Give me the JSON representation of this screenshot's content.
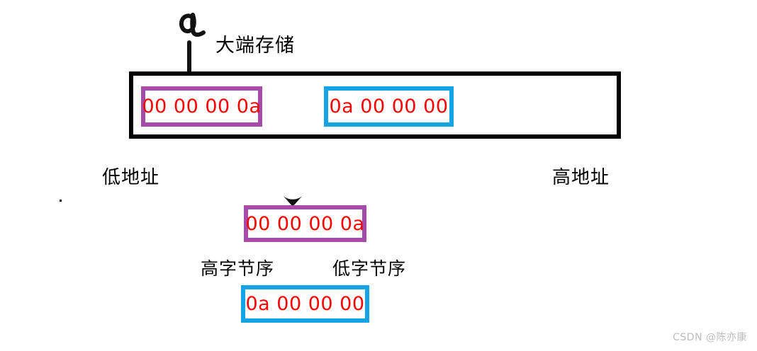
{
  "diagram": {
    "title": "大端存储",
    "annotation": {
      "variable_label": "a",
      "arrow": "down-arrow"
    },
    "memory_strip": {
      "low_address_label": "低地址",
      "high_address_label": "高地址",
      "cells": [
        {
          "name": "big-endian-word",
          "value": "00 00 00 0a",
          "border_color": "#a54ba8"
        },
        {
          "name": "little-endian-word",
          "value": "0a 00 00 00",
          "border_color": "#14a3e3"
        }
      ]
    },
    "detail": {
      "high_byte_order_label": "高字节序",
      "low_byte_order_label": "低字节序",
      "big_endian_value": "00 00 00 0a",
      "little_endian_value": "0a 00 00 00"
    },
    "colors": {
      "hex_text": "#fe0000",
      "purple_border": "#a54ba8",
      "blue_border": "#14a3e3",
      "strip_border": "#000000",
      "label_text": "#000000"
    }
  },
  "watermark": {
    "text": "CSDN @陈亦康"
  }
}
